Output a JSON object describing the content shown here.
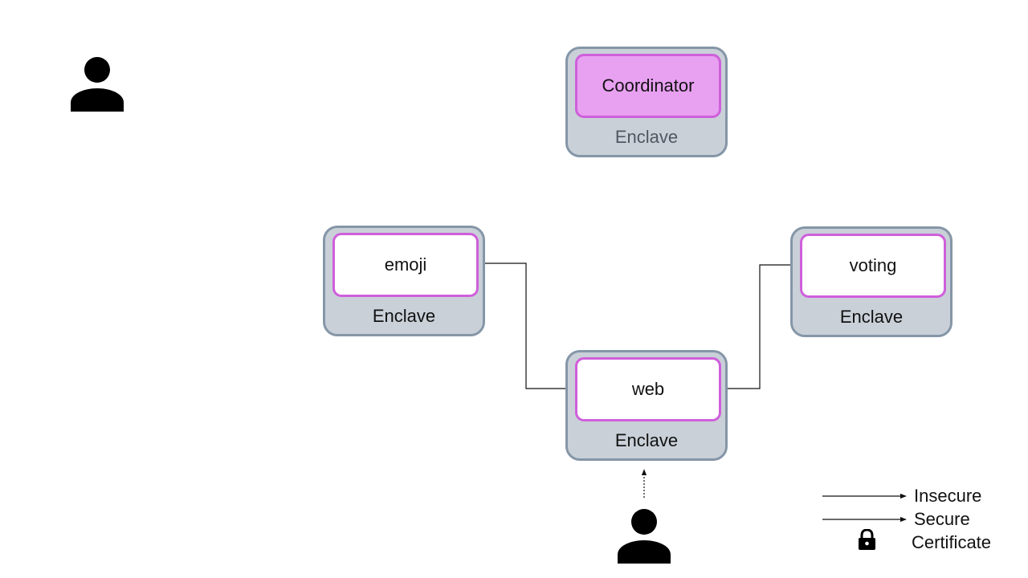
{
  "diagram": {
    "nodes": {
      "coordinator": {
        "service": "Coordinator",
        "enclave": "Enclave"
      },
      "emoji": {
        "service": "emoji",
        "enclave": "Enclave"
      },
      "voting": {
        "service": "voting",
        "enclave": "Enclave"
      },
      "web": {
        "service": "web",
        "enclave": "Enclave"
      }
    },
    "connections": [
      {
        "from": "web",
        "to": "emoji",
        "kind": "insecure"
      },
      {
        "from": "web",
        "to": "voting",
        "kind": "insecure"
      },
      {
        "from": "user-bottom",
        "to": "web",
        "kind": "request"
      }
    ]
  },
  "legend": {
    "insecure": "Insecure",
    "secure": "Secure",
    "certificate": "Certificate"
  },
  "colors": {
    "enclave_fill": "#c9d0d8",
    "enclave_border": "#8596a7",
    "secure_magenta": "#cf5fdb",
    "coordinator_fill": "#e8a0f1"
  },
  "icons": [
    "person-icon",
    "lock-icon"
  ]
}
